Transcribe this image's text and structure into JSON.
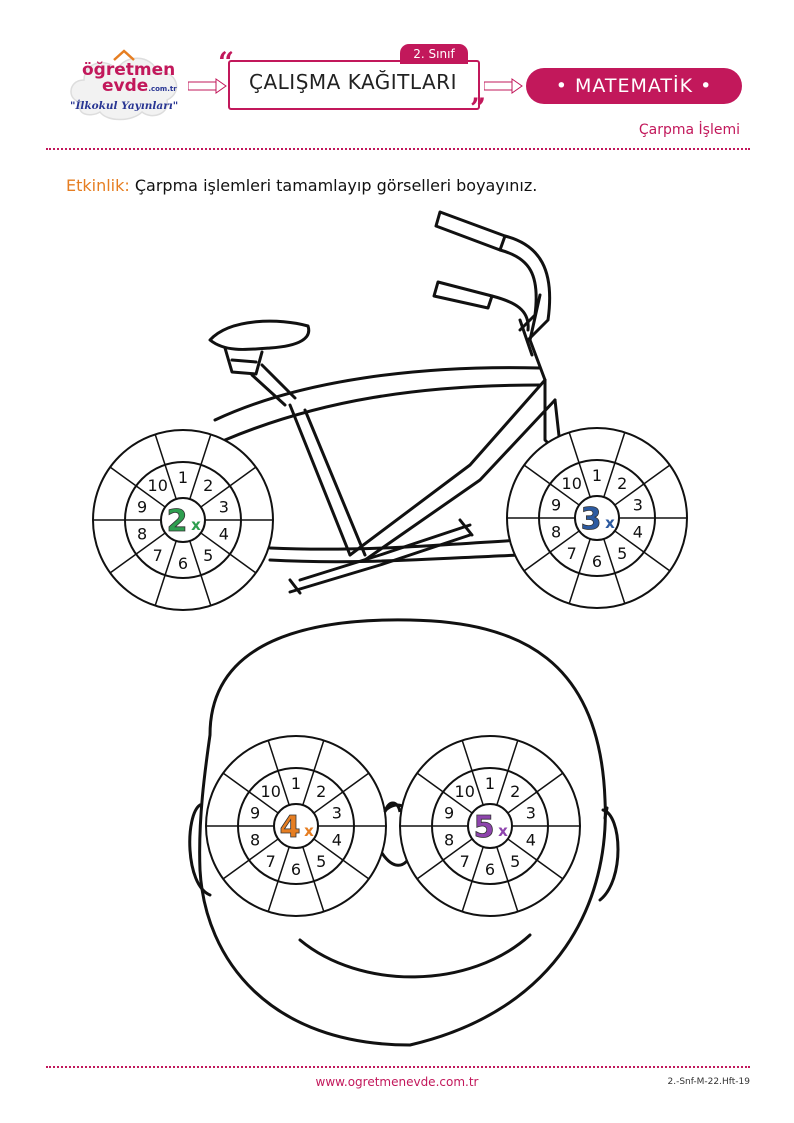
{
  "header": {
    "logo_line1": "öğretmen",
    "logo_line2": "evde",
    "logo_domain": ".com.tr",
    "logo_tagline": "\"İlkokul Yayınları\"",
    "grade": "2. Sınıf",
    "sheet_title": "ÇALIŞMA KAĞITLARI",
    "subject": "MATEMATİK",
    "topic": "Çarpma İşlemi",
    "accent_color": "#c2185b"
  },
  "instruction": {
    "label": "Etkinlik:",
    "text": "Çarpma işlemleri tamamlayıp görselleri boyayınız."
  },
  "wheels": [
    {
      "name": "bike-rear-wheel",
      "multiplier": "2",
      "color": "#2e9e4f",
      "numbers": [
        "1",
        "2",
        "3",
        "4",
        "5",
        "6",
        "7",
        "8",
        "9",
        "10"
      ]
    },
    {
      "name": "bike-front-wheel",
      "multiplier": "3",
      "color": "#2c5aa0",
      "numbers": [
        "1",
        "2",
        "3",
        "4",
        "5",
        "6",
        "7",
        "8",
        "9",
        "10"
      ]
    },
    {
      "name": "glasses-left-lens",
      "multiplier": "4",
      "color": "#e67e22",
      "numbers": [
        "1",
        "2",
        "3",
        "4",
        "5",
        "6",
        "7",
        "8",
        "9",
        "10"
      ]
    },
    {
      "name": "glasses-right-lens",
      "multiplier": "5",
      "color": "#8e44ad",
      "numbers": [
        "1",
        "2",
        "3",
        "4",
        "5",
        "6",
        "7",
        "8",
        "9",
        "10"
      ]
    }
  ],
  "times_symbol": "x",
  "footer": {
    "url": "www.ogretmenevde.com.tr",
    "code": "2.-Snf-M-22.Hft-19"
  }
}
